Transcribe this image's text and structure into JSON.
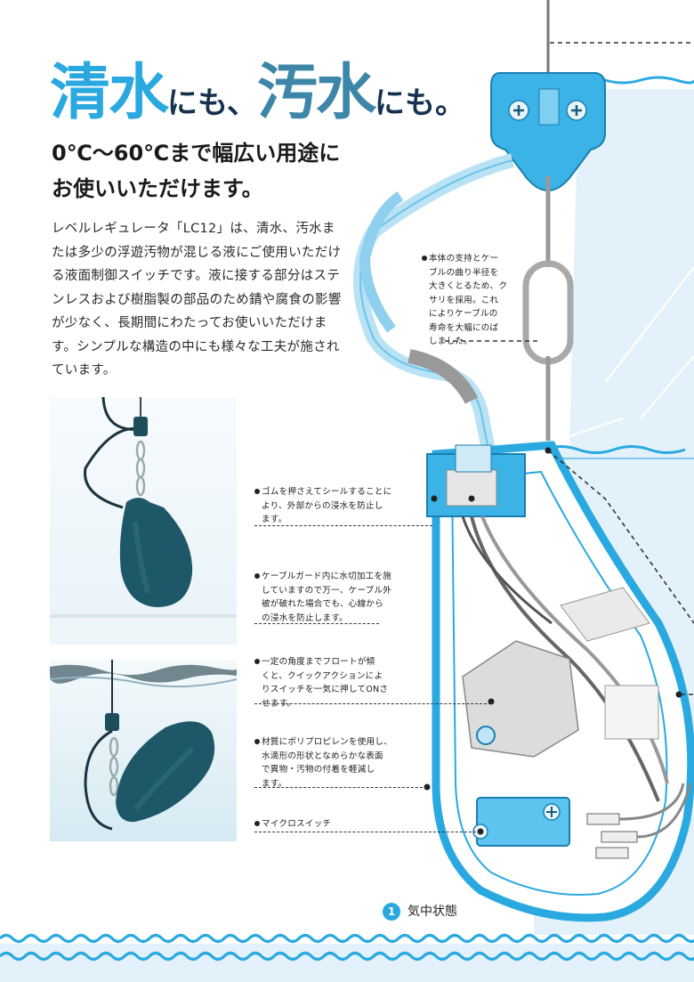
{
  "headline": {
    "part1": "清水",
    "part2": "にも、",
    "part3": "汚水",
    "part4": "にも。"
  },
  "subhead": {
    "line1": "0℃〜60℃まで幅広い用途に",
    "line2": "お使いいただけます。"
  },
  "body": {
    "text": "レベルレギュレータ「LC12」は、清水、汚水または多少の浮遊汚物が混じる液にご使用いただける液面制御スイッチです。液に接する部分はステンレスおよび樹脂製の部品のため錆や腐食の影響が少なく、長期間にわたってお使いいただけます。シンプルな構造の中にも様々な工夫が施されています。"
  },
  "annotations": {
    "cable_support": [
      "本体の支持とケー",
      "ブルの曲り半径を",
      "大きくとるため、ク",
      "サリを採用。これ",
      "によりケーブルの",
      "寿命を大幅にのば",
      "しました。"
    ],
    "rubber_seal": [
      "ゴムを押さえてシールすることに",
      "より、外部からの浸水を防止し",
      "ます。"
    ],
    "cable_guard": [
      "ケーブルガード内に水切加工を施",
      "していますので万一、ケーブル外",
      "被が破れた場合でも、心線から",
      "の浸水を防止します。"
    ],
    "quick_action": [
      "一定の角度までフロートが傾",
      "くと、クイックアクションによ",
      "りスイッチを一気に押してONさ",
      "せます。"
    ],
    "material": [
      "材質にポリプロピレンを使用し、",
      "水滴形の形状となめらかな表面",
      "で異物・汚物の付着を軽減し",
      "ます。"
    ],
    "micro_switch": [
      "マイクロスイッチ"
    ]
  },
  "caption": {
    "number": "1",
    "label": "気中状態"
  },
  "colors": {
    "accent_blue": "#29a9e0",
    "dark_blue": "#3d86a8",
    "light_blue": "#cbe8f5",
    "float_teal": "#1e5868"
  }
}
